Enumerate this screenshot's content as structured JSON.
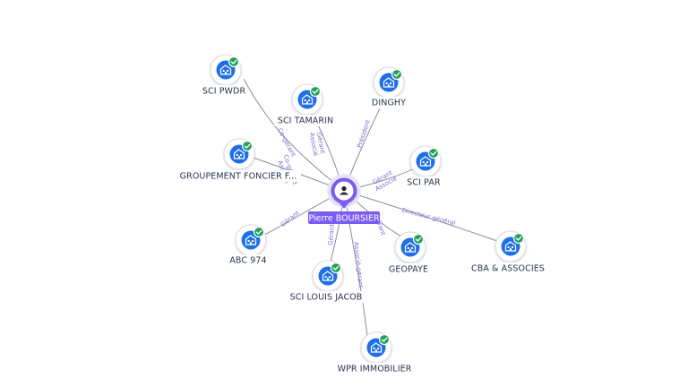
{
  "center": {
    "name": "Pierre BOURSIER",
    "icon": "person-icon"
  },
  "node_icon": "building-icon",
  "badge_icon": "check-badge-icon",
  "colors": {
    "company": "#1f6fe8",
    "person": "#7b5cf0",
    "badge": "#22a05a",
    "edge_label": "#7a6fcf"
  },
  "companies": [
    {
      "id": "sci-pwdr",
      "label": "SCI PWDR",
      "relation": "Co-gérant"
    },
    {
      "id": "sci-tamarin",
      "label": "SCI TAMARIN",
      "relation": "Gérant\nAssocié"
    },
    {
      "id": "dinghy",
      "label": "DINGHY",
      "relation": "Président"
    },
    {
      "id": "groupement-foncier",
      "label": "GROUPEMENT FONCIER F...",
      "relation": "Co-gérant\nAssocié"
    },
    {
      "id": "sci-par",
      "label": "SCI PAR",
      "relation": "Gérant\nAssocié"
    },
    {
      "id": "abc-974",
      "label": "ABC 974",
      "relation": "Gérant"
    },
    {
      "id": "geopaye",
      "label": "GEOPAYE",
      "relation": "Gérant"
    },
    {
      "id": "cba-associes",
      "label": "CBA & ASSOCIES",
      "relation": "Directeur général"
    },
    {
      "id": "sci-louis-jacob",
      "label": "SCI LOUIS JACOB",
      "relation": "Gérant"
    },
    {
      "id": "wpr-immobilier",
      "label": "WPR IMMOBILIER",
      "relation": "Associé-gérant"
    }
  ]
}
